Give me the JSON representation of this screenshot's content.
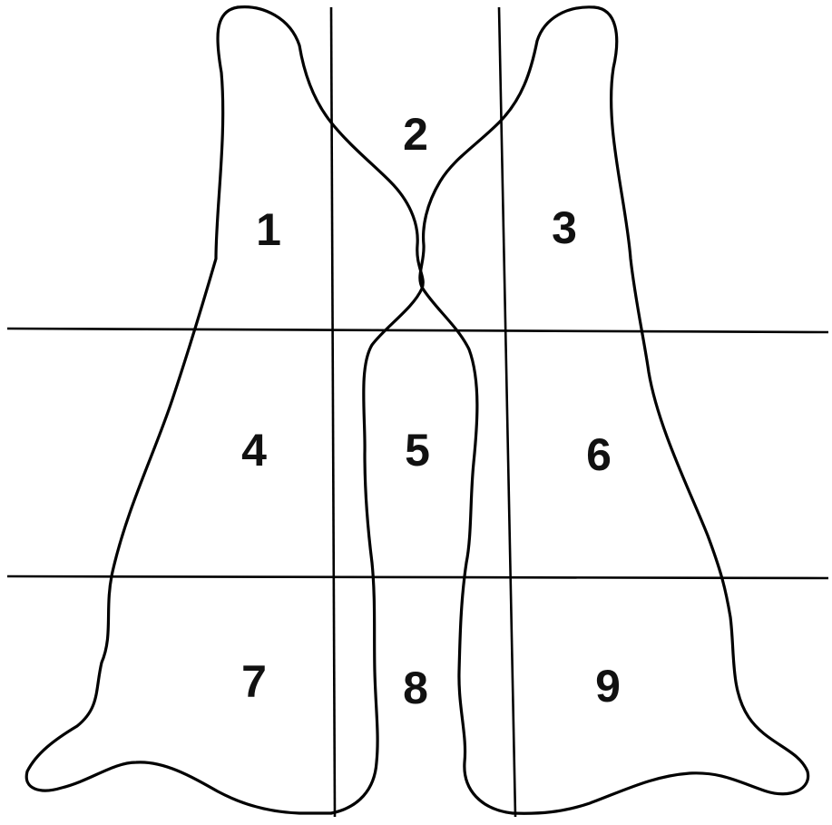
{
  "regions": [
    {
      "label": "1"
    },
    {
      "label": "2"
    },
    {
      "label": "3"
    },
    {
      "label": "4"
    },
    {
      "label": "5"
    },
    {
      "label": "6"
    },
    {
      "label": "7"
    },
    {
      "label": "8"
    },
    {
      "label": "9"
    }
  ],
  "colors": {
    "line": "#000000",
    "label": "#111111",
    "background": "#ffffff"
  }
}
